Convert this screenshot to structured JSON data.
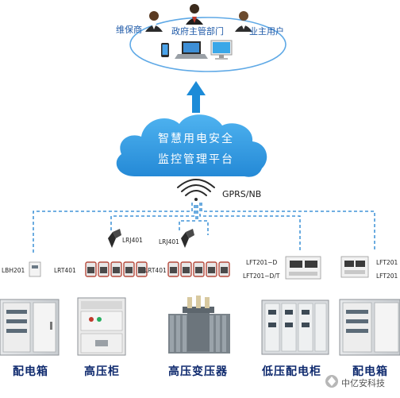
{
  "roles": {
    "maintainer": "维保商",
    "government": "政府主管部门",
    "owner": "业主用户"
  },
  "cloud": {
    "line1": "智慧用电安全",
    "line2": "监控管理平台"
  },
  "network_label": "GPRS/NB",
  "devices": {
    "lbh201": "LBH201",
    "lrt401_a": "LRT401",
    "lrt401_b": "LRT401",
    "lrj401_a": "LRJ401",
    "lrj401_b": "LRJ401",
    "lft201_d": "LFT201−D",
    "lft201_dt": "LFT201−D/T",
    "lft201_r1": "LFT201",
    "lft201_r2": "LFT201"
  },
  "equipment": {
    "dist_box_1": "配电箱",
    "hv_cabinet": "高压柜",
    "hv_transformer": "高压变压器",
    "lv_cabinet": "低压配电柜",
    "dist_box_2": "配电箱"
  },
  "watermark": "中亿安科技",
  "colors": {
    "cloud": "#2f9be0",
    "line": "#1c7fd0",
    "arrow": "#1c8bd8"
  }
}
